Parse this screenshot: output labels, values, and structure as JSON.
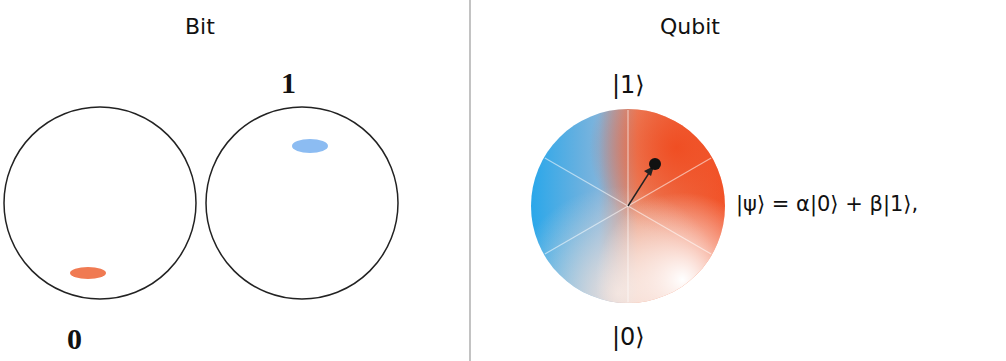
{
  "diagram": {
    "nodes": [
      {
        "text": [
          "0"
        ]
      },
      {
        "text": [
          "1"
        ]
      },
      {
        "text": [
          "|1⟩",
          "|0⟩"
        ]
      }
    ],
    "labels": [
      "Bit",
      "Qubit",
      "|ψ⟩ = α|0⟩ + β|1⟩,"
    ]
  }
}
